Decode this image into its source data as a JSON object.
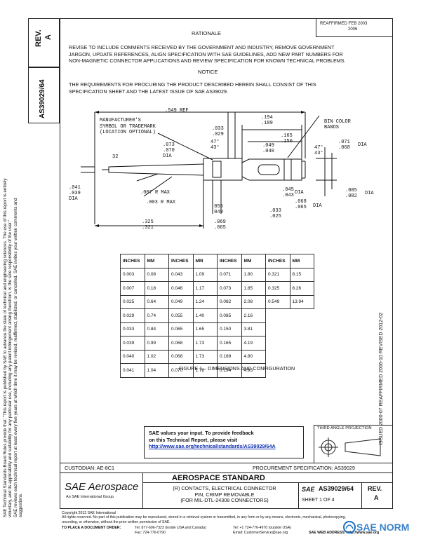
{
  "header": {
    "top_right_line1": "REAFFIRMED FEB 2003",
    "top_right_line2": "2006",
    "rev_label": "REV.",
    "rev_value": "A",
    "doc_number": "AS39029/64"
  },
  "sections": {
    "rationale_title": "RATIONALE",
    "rationale_body": [
      "REVISE TO INCLUDE COMMENTS RECEIVED BY THE GOVERNMENT AND INDUSTRY, REMOVE GOVERNMENT",
      "JARGON, UPDATE REFERENCES, ALIGN SPECIFICATION WITH SAE GUIDELINES, ADD NEW PART NUMBERS FOR",
      "NON-MAGNETIC CONNECTOR APPLICATIONS AND REVIEW SPECIFICATION FOR KNOWN TECHNICAL PROBLEMS."
    ],
    "notice_title": "NOTICE",
    "notice_body": [
      "THE REQUIREMENTS FOR PROCURING THE PRODUCT DESCRIBED HEREIN SHALL CONSIST OF THIS",
      "SPECIFICATION SHEET AND THE LATEST ISSUE OF SAE AS39029."
    ]
  },
  "drawing": {
    "dim_549": ".549 REF",
    "manufacturer_label": [
      "MANUFACTURER'S",
      "SYMBOL OR TRADEMARK",
      "(LOCATION OPTIONAL)"
    ],
    "d_033_029": [
      ".033",
      ".029"
    ],
    "d_194_189": [
      ".194",
      ".189"
    ],
    "bin_color": [
      "BIN COLOR",
      "BANDS"
    ],
    "d_165_150": [
      ".165",
      ".150"
    ],
    "d_073_070": [
      ".073",
      ".070",
      "DIA"
    ],
    "angle1": [
      "47°",
      "43°"
    ],
    "d_049_040": [
      ".049",
      ".040"
    ],
    "angle2": [
      "47°",
      "43°"
    ],
    "d_071_068": [
      ".071",
      ".068",
      "DIA"
    ],
    "d_32": "32",
    "d_041": [
      ".041",
      ".039",
      "DIA"
    ],
    "r_007": ".007 R MAX",
    "r_003": ".003 R MAX",
    "d_045_043": [
      ".045",
      ".043",
      "DIA"
    ],
    "d_068_065": [
      ".068",
      ".065",
      "DIA"
    ],
    "d_085_082": [
      ".085",
      ".082",
      "DIA"
    ],
    "d_055_049": [
      ".055",
      ".049"
    ],
    "d_033_025": [
      ".033",
      ".025"
    ],
    "d_325_321": [
      ".325",
      ".321"
    ],
    "d_069_065": [
      ".069",
      ".065"
    ]
  },
  "conversion_table": {
    "headers": [
      "INCHES",
      "MM",
      "INCHES",
      "MM",
      "INCHES",
      "MM",
      "INCHES",
      "MM"
    ],
    "rows": [
      [
        "0.003",
        "0.08",
        "0.043",
        "1.09",
        "0.071",
        "1.80",
        "0.321",
        "8.15"
      ],
      [
        "0.007",
        "0.18",
        "0.046",
        "1.17",
        "0.073",
        "1.85",
        "0.325",
        "8.26"
      ],
      [
        "0.025",
        "0.64",
        "0.049",
        "1.24",
        "0.082",
        "2.08",
        "0.549",
        "13.94"
      ],
      [
        "0.029",
        "0.74",
        "0.055",
        "1.40",
        "0.085",
        "2.16",
        "",
        ""
      ],
      [
        "0.033",
        "0.84",
        "0.065",
        "1.65",
        "0.150",
        "3.81",
        "",
        ""
      ],
      [
        "0.039",
        "0.99",
        "0.068",
        "1.73",
        "0.165",
        "4.19",
        "",
        ""
      ],
      [
        "0.040",
        "1.02",
        "0.068",
        "1.73",
        "0.189",
        "4.80",
        "",
        ""
      ],
      [
        "0.041",
        "1.04",
        "0.070",
        "1.78",
        "0.194",
        "4.93",
        "",
        ""
      ]
    ]
  },
  "figure_caption": "FIGURE 1 – DIMENSIONS AND CONFIGURATION",
  "right_margin_dates": "ISSUED 2000-07    REAFFIRMED 2006-10    REVISED 2012-02",
  "third_angle": "THIRD ANGLE PROJECTION",
  "feedback": {
    "line1": "SAE values your input. To provide feedback",
    "line2": "on this Technical Report, please visit",
    "link": "http://www.sae.org/technical/standards/AS39029/64A"
  },
  "footer": {
    "custodian": "CUSTODIAN: AE-8C1",
    "procurement": "PROCUREMENT SPECIFICATION:  AS39029",
    "logo_text": "SAE Aerospace",
    "logo_sub": "An SAE International Group",
    "std_title": "AEROSPACE STANDARD",
    "desc": [
      "(R) CONTACTS, ELECTRICAL CONNECTOR",
      "PIN, CRIMP REMOVABLE",
      "(FOR MIL-DTL-24308 CONNECTORS)"
    ],
    "sae_label": "SAE",
    "doc_number": "AS39029/64",
    "sheet": "SHEET 1 OF 4",
    "rev_label": "REV.",
    "rev_value": "A"
  },
  "copyright": {
    "line1": "Copyright 2012 SAE International",
    "line2": "All rights reserved. No part of this publication may be reproduced, stored in a retrieval system or transmitted, in any form or by any means, electronic, mechanical, photocopying,",
    "line3": "recording, or otherwise, without the prior written permission of SAE.",
    "order": "TO PLACE A DOCUMENT ORDER:",
    "tel1": "Tel:  877-606-7323 (inside USA and Canada)",
    "tel2": "Tel:  +1 724-776-4970 (outside USA)",
    "fax": "Fax:  724-776-0790",
    "email": "Email: CustomerService@sae.org",
    "web": "SAE WEB ADDRESS:  http://www.sae.org"
  },
  "left_margin": [
    "SAE Technical Standards Board Rules provide that: \"This report is published by SAE to advance the state of technical and engineering sciences. The use of this report is entirely",
    "voluntary, and its applicability and suitability for any particular use, including any patent infringement arising therefrom, is the sole responsibility of the user.\"",
    "SAE reviews each technical report at least every five years at which time it may be revised, reaffirmed, stabilized, or cancelled. SAE invites your written comments and",
    "suggestions."
  ],
  "watermark": "SAE NORM"
}
